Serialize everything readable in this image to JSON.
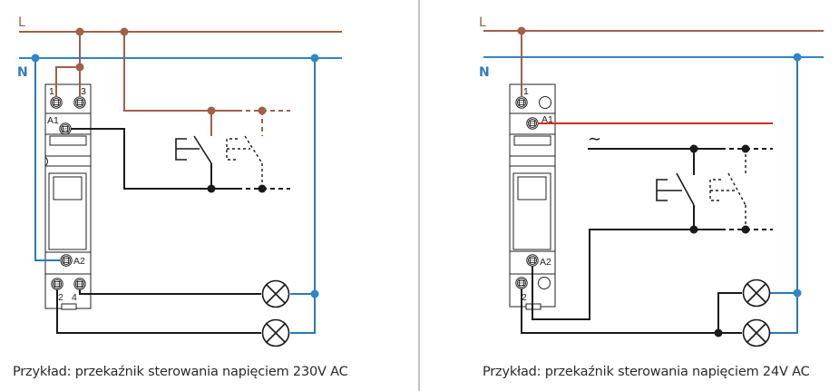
{
  "colors": {
    "live": "#a0604a",
    "neutral": "#2e86c8",
    "neutral_dark": "#2a7ab8",
    "control": "#d42a2a",
    "wire": "#1a1a1a",
    "divider": "#8a8a8a"
  },
  "left_diagram": {
    "bus_labels": {
      "live": "L",
      "neutral": "N"
    },
    "relay_terminals": {
      "t1": "1",
      "t3": "3",
      "a1": "A1",
      "a2": "A2",
      "t2": "2",
      "t4": "4"
    },
    "switch_label": "E",
    "caption": "Przykład: przekaźnik sterowania napięciem 230V AC"
  },
  "right_diagram": {
    "bus_labels": {
      "live": "L",
      "neutral": "N"
    },
    "relay_terminals": {
      "t1": "1",
      "a1": "A1",
      "a2": "A2",
      "t2": "2"
    },
    "supply_symbol": "∼",
    "switch_label": "E",
    "caption": "Przykład: przekaźnik sterowania napięciem 24V AC"
  }
}
